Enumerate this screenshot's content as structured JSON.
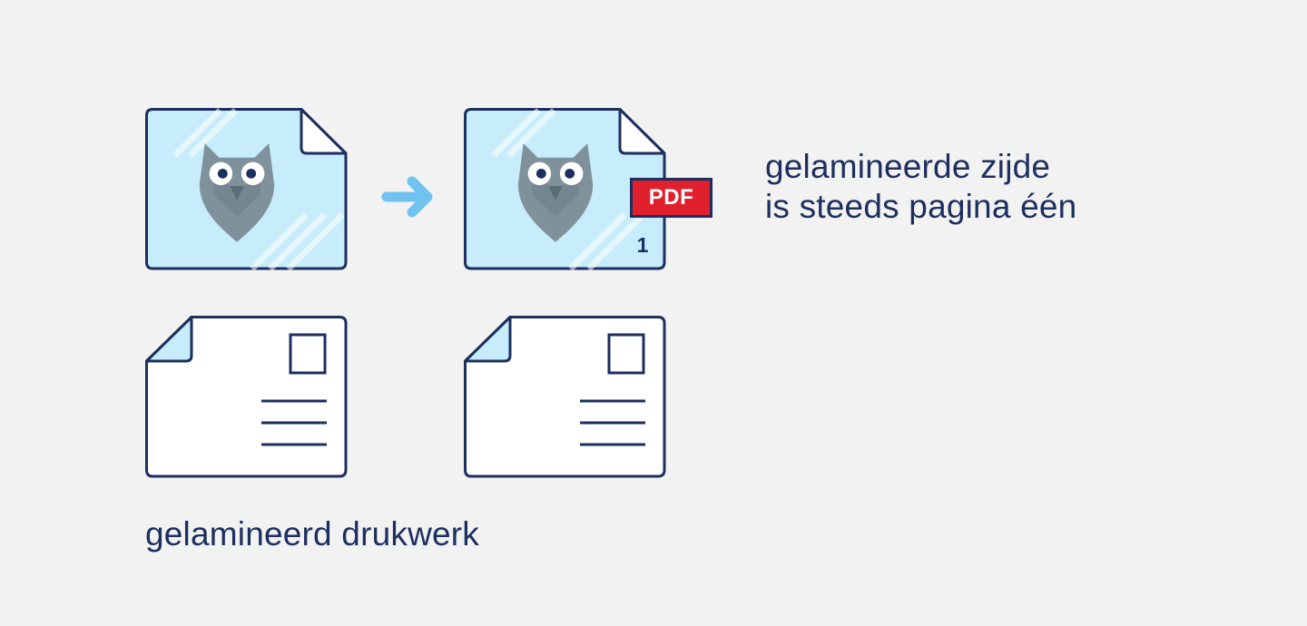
{
  "colors": {
    "outline": "#1c2f5f",
    "laminate_fill": "#c7ecfb",
    "owl": "#7f929b",
    "arrow": "#6fc3ee",
    "pdf_badge": "#e0212d",
    "background": "#f2f2f2"
  },
  "icons": {
    "arrow": "arrow-right-icon",
    "front_original": "laminated-document-icon",
    "front_pdf": "laminated-pdf-page-icon",
    "back_card": "postcard-back-icon"
  },
  "pdf_badge": {
    "label": "PDF"
  },
  "page_number": "1",
  "note": {
    "line1": "gelamineerde zijde",
    "line2": "is steeds pagina één"
  },
  "caption": "gelamineerd drukwerk"
}
